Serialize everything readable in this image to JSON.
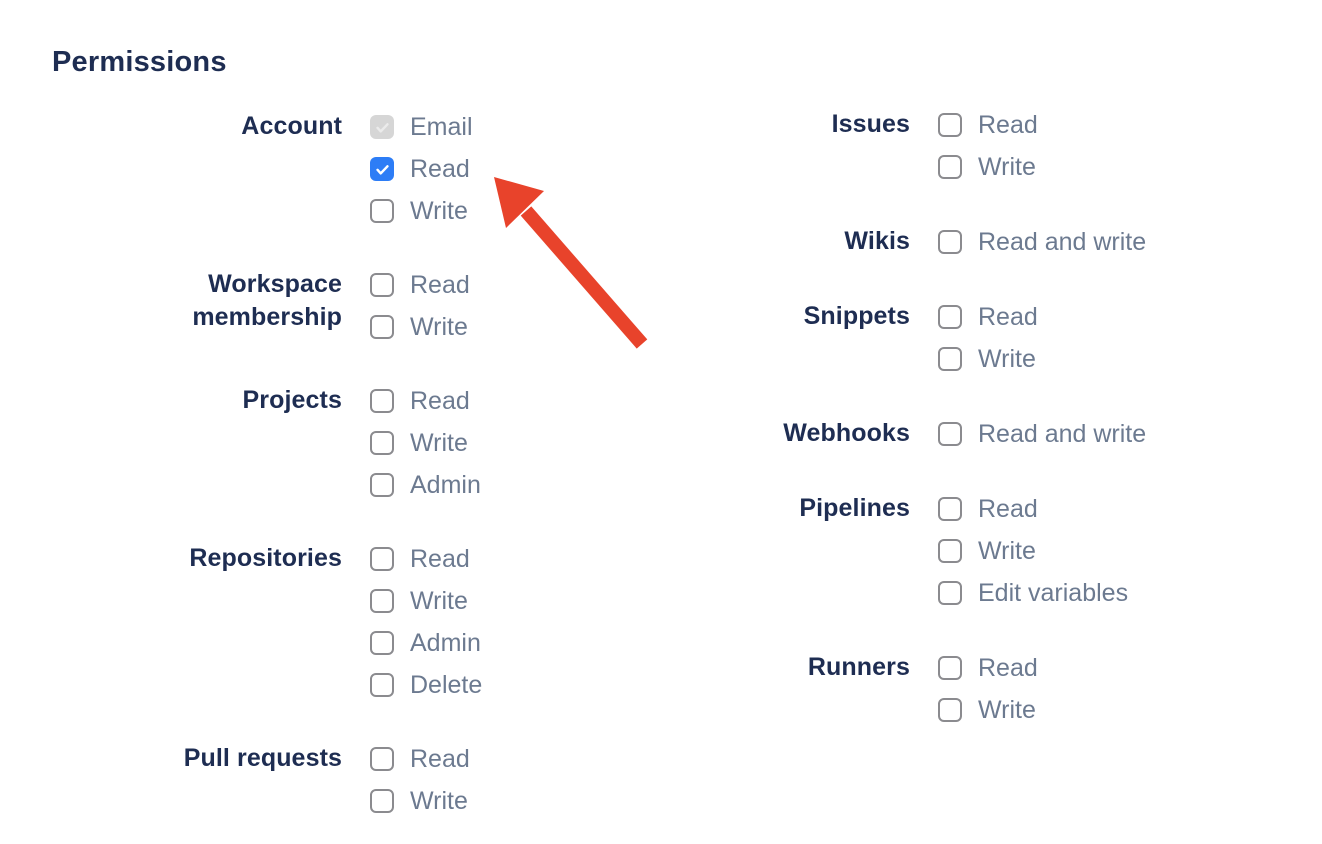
{
  "heading": "Permissions",
  "colors": {
    "heading_text": "#1E2D52",
    "option_text": "#6C7A90",
    "checkbox_checked_bg": "#2D7DF6",
    "checkbox_checkmark": "#FFFFFF",
    "checkbox_disabled_bg": "#D6D6D6",
    "checkbox_disabled_checkmark": "#EBEBEB",
    "checkbox_border": "#8B8B8F",
    "annotation_arrow": "#E8432B"
  },
  "icons": {
    "checkmark": "checkmark-icon",
    "annotation": "red-arrow-pointing-to-account-read"
  },
  "left_groups": [
    {
      "label": "Account",
      "options": [
        {
          "label": "Email",
          "state": "checked-disabled"
        },
        {
          "label": "Read",
          "state": "checked"
        },
        {
          "label": "Write",
          "state": "unchecked"
        }
      ]
    },
    {
      "label": "Workspace membership",
      "options": [
        {
          "label": "Read",
          "state": "unchecked"
        },
        {
          "label": "Write",
          "state": "unchecked"
        }
      ]
    },
    {
      "label": "Projects",
      "options": [
        {
          "label": "Read",
          "state": "unchecked"
        },
        {
          "label": "Write",
          "state": "unchecked"
        },
        {
          "label": "Admin",
          "state": "unchecked"
        }
      ]
    },
    {
      "label": "Repositories",
      "options": [
        {
          "label": "Read",
          "state": "unchecked"
        },
        {
          "label": "Write",
          "state": "unchecked"
        },
        {
          "label": "Admin",
          "state": "unchecked"
        },
        {
          "label": "Delete",
          "state": "unchecked"
        }
      ]
    },
    {
      "label": "Pull requests",
      "options": [
        {
          "label": "Read",
          "state": "unchecked"
        },
        {
          "label": "Write",
          "state": "unchecked"
        }
      ]
    }
  ],
  "right_groups": [
    {
      "label": "Issues",
      "options": [
        {
          "label": "Read",
          "state": "unchecked"
        },
        {
          "label": "Write",
          "state": "unchecked"
        }
      ]
    },
    {
      "label": "Wikis",
      "options": [
        {
          "label": "Read and write",
          "state": "unchecked"
        }
      ]
    },
    {
      "label": "Snippets",
      "options": [
        {
          "label": "Read",
          "state": "unchecked"
        },
        {
          "label": "Write",
          "state": "unchecked"
        }
      ]
    },
    {
      "label": "Webhooks",
      "options": [
        {
          "label": "Read and write",
          "state": "unchecked"
        }
      ]
    },
    {
      "label": "Pipelines",
      "options": [
        {
          "label": "Read",
          "state": "unchecked"
        },
        {
          "label": "Write",
          "state": "unchecked"
        },
        {
          "label": "Edit variables",
          "state": "unchecked"
        }
      ]
    },
    {
      "label": "Runners",
      "options": [
        {
          "label": "Read",
          "state": "unchecked"
        },
        {
          "label": "Write",
          "state": "unchecked"
        }
      ]
    }
  ],
  "annotation": {
    "type": "arrow",
    "points_to": "Account Read checkbox"
  }
}
